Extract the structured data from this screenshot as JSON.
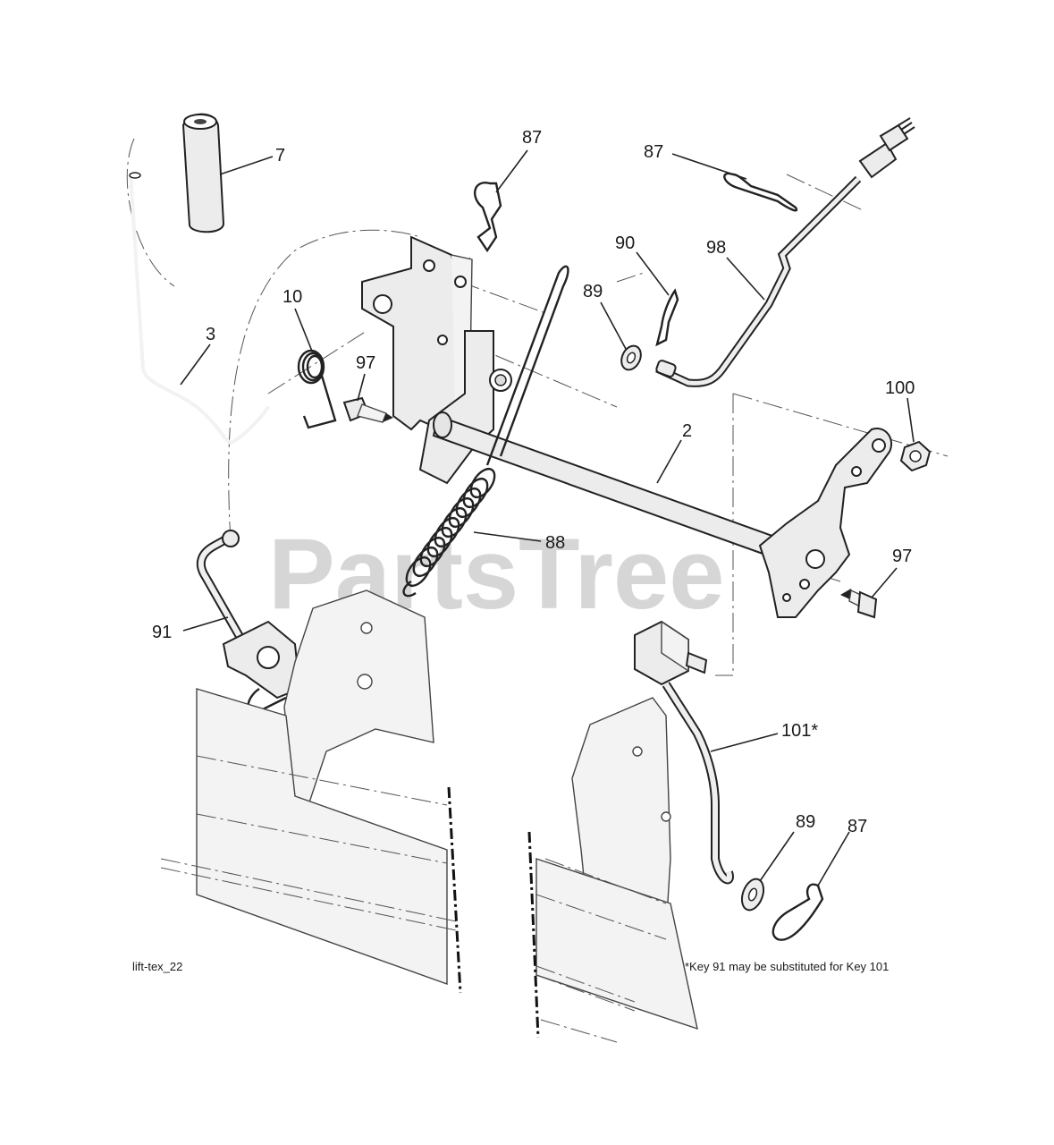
{
  "watermark": "PartsTree",
  "figure_id": "lift-tex_22",
  "footnote": "*Key 91 may be substituted for Key 101",
  "callouts": {
    "c7": "7",
    "c87a": "87",
    "c87b": "87",
    "c87c": "87",
    "c90": "90",
    "c98": "98",
    "c89a": "89",
    "c89b": "89",
    "c10": "10",
    "c3": "3",
    "c97a": "97",
    "c97b": "97",
    "c100": "100",
    "c2": "2",
    "c88": "88",
    "c91": "91",
    "c101": "101*"
  },
  "parts": [
    {
      "key": "2",
      "part": "lift-shaft"
    },
    {
      "key": "3",
      "part": "lift-handle"
    },
    {
      "key": "7",
      "part": "handle-grip"
    },
    {
      "key": "10",
      "part": "torsion-spring"
    },
    {
      "key": "87",
      "part": "hairpin-clip"
    },
    {
      "key": "88",
      "part": "extension-spring"
    },
    {
      "key": "89",
      "part": "washer"
    },
    {
      "key": "90",
      "part": "cotter-pin"
    },
    {
      "key": "91",
      "part": "lift-link"
    },
    {
      "key": "97",
      "part": "bolt"
    },
    {
      "key": "98",
      "part": "adjustment-rod"
    },
    {
      "key": "100",
      "part": "nut"
    },
    {
      "key": "101",
      "part": "lift-link-alternate"
    }
  ]
}
